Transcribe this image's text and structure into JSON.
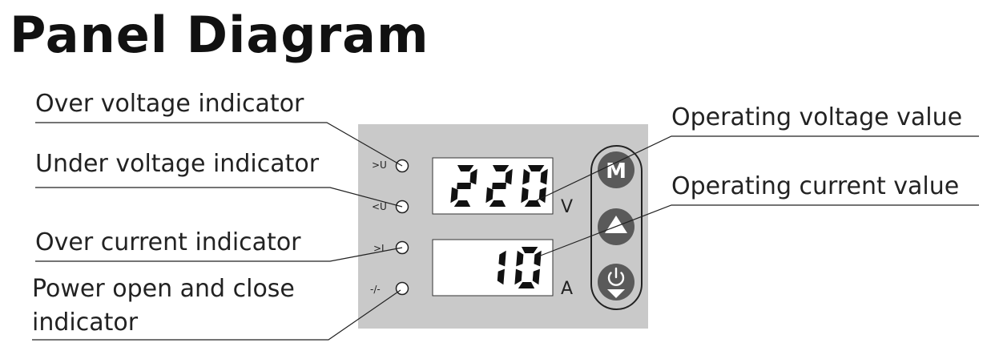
{
  "title": "Panel Diagram",
  "labels": {
    "over_voltage": "Over voltage indicator",
    "under_voltage": "Under voltage indicator",
    "over_current": "Over current indicator",
    "power_line1": "Power open and close",
    "power_line2": "indicator",
    "operating_voltage": "Operating voltage value",
    "operating_current": "Operating current value"
  },
  "indicators": {
    "over_voltage": ">U",
    "under_voltage": "<U",
    "over_current": ">I",
    "power": "-/-"
  },
  "display": {
    "voltage": "220",
    "voltage_unit": "V",
    "current": "10",
    "current_unit": "A"
  },
  "buttons": {
    "mode": "M",
    "up": "up-triangle-icon",
    "power_down": "power-down-icon"
  },
  "colors": {
    "panel": "#c9c9c9",
    "button": "#5a5a5a",
    "lines": "#222222"
  }
}
